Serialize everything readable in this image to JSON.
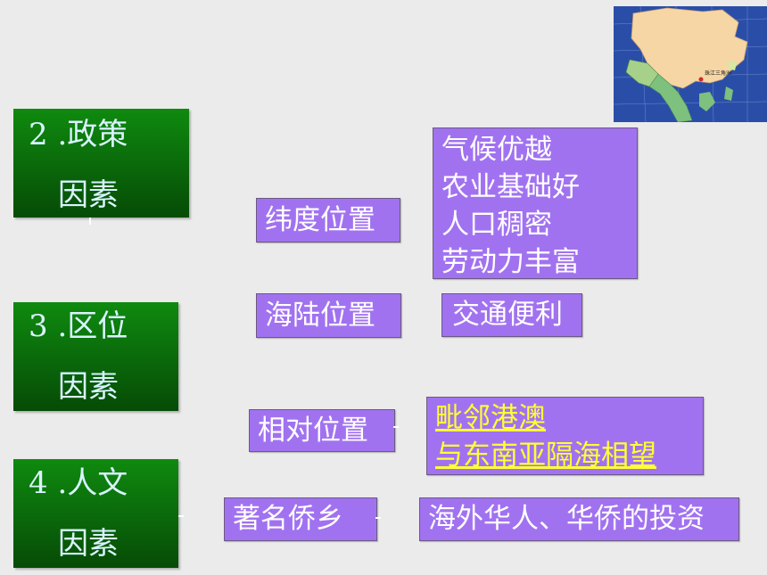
{
  "left_boxes": [
    {
      "line1": "2 .政策",
      "line2": "因素"
    },
    {
      "line1": "3 .区位",
      "line2": "因素"
    },
    {
      "line1": "4 .人文",
      "line2": "因素"
    }
  ],
  "middle_boxes": {
    "latitude": "纬度位置",
    "land_sea": "海陆位置",
    "relative": "相对位置",
    "hometown": "著名侨乡"
  },
  "right_boxes": {
    "climate_list": [
      "气候优越",
      "农业基础好",
      "人口稠密",
      "劳动力丰富"
    ],
    "transport": "交通便利",
    "neighbors": [
      "毗邻港澳",
      "与东南亚隔海相望"
    ],
    "investment": "海外华人、华侨的投资"
  },
  "map": {
    "label": "珠江三角洲",
    "colors": {
      "sea": "#1f3f9b",
      "china": "#f6d6a4",
      "neighbors": "#7ec07e"
    }
  }
}
